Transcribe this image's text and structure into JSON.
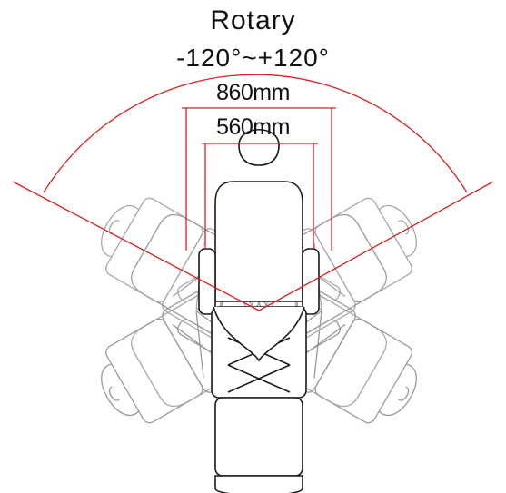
{
  "diagram": {
    "title": "Rotary",
    "rotation_range": "-120°~+120°",
    "outer_width": "860mm",
    "inner_width": "560mm",
    "rotation_min_deg": -120,
    "rotation_max_deg": 120
  },
  "colors": {
    "guide_line": "#d92020",
    "outline_dark": "#1a1a1a",
    "outline_ghost": "#9a9a9a"
  }
}
